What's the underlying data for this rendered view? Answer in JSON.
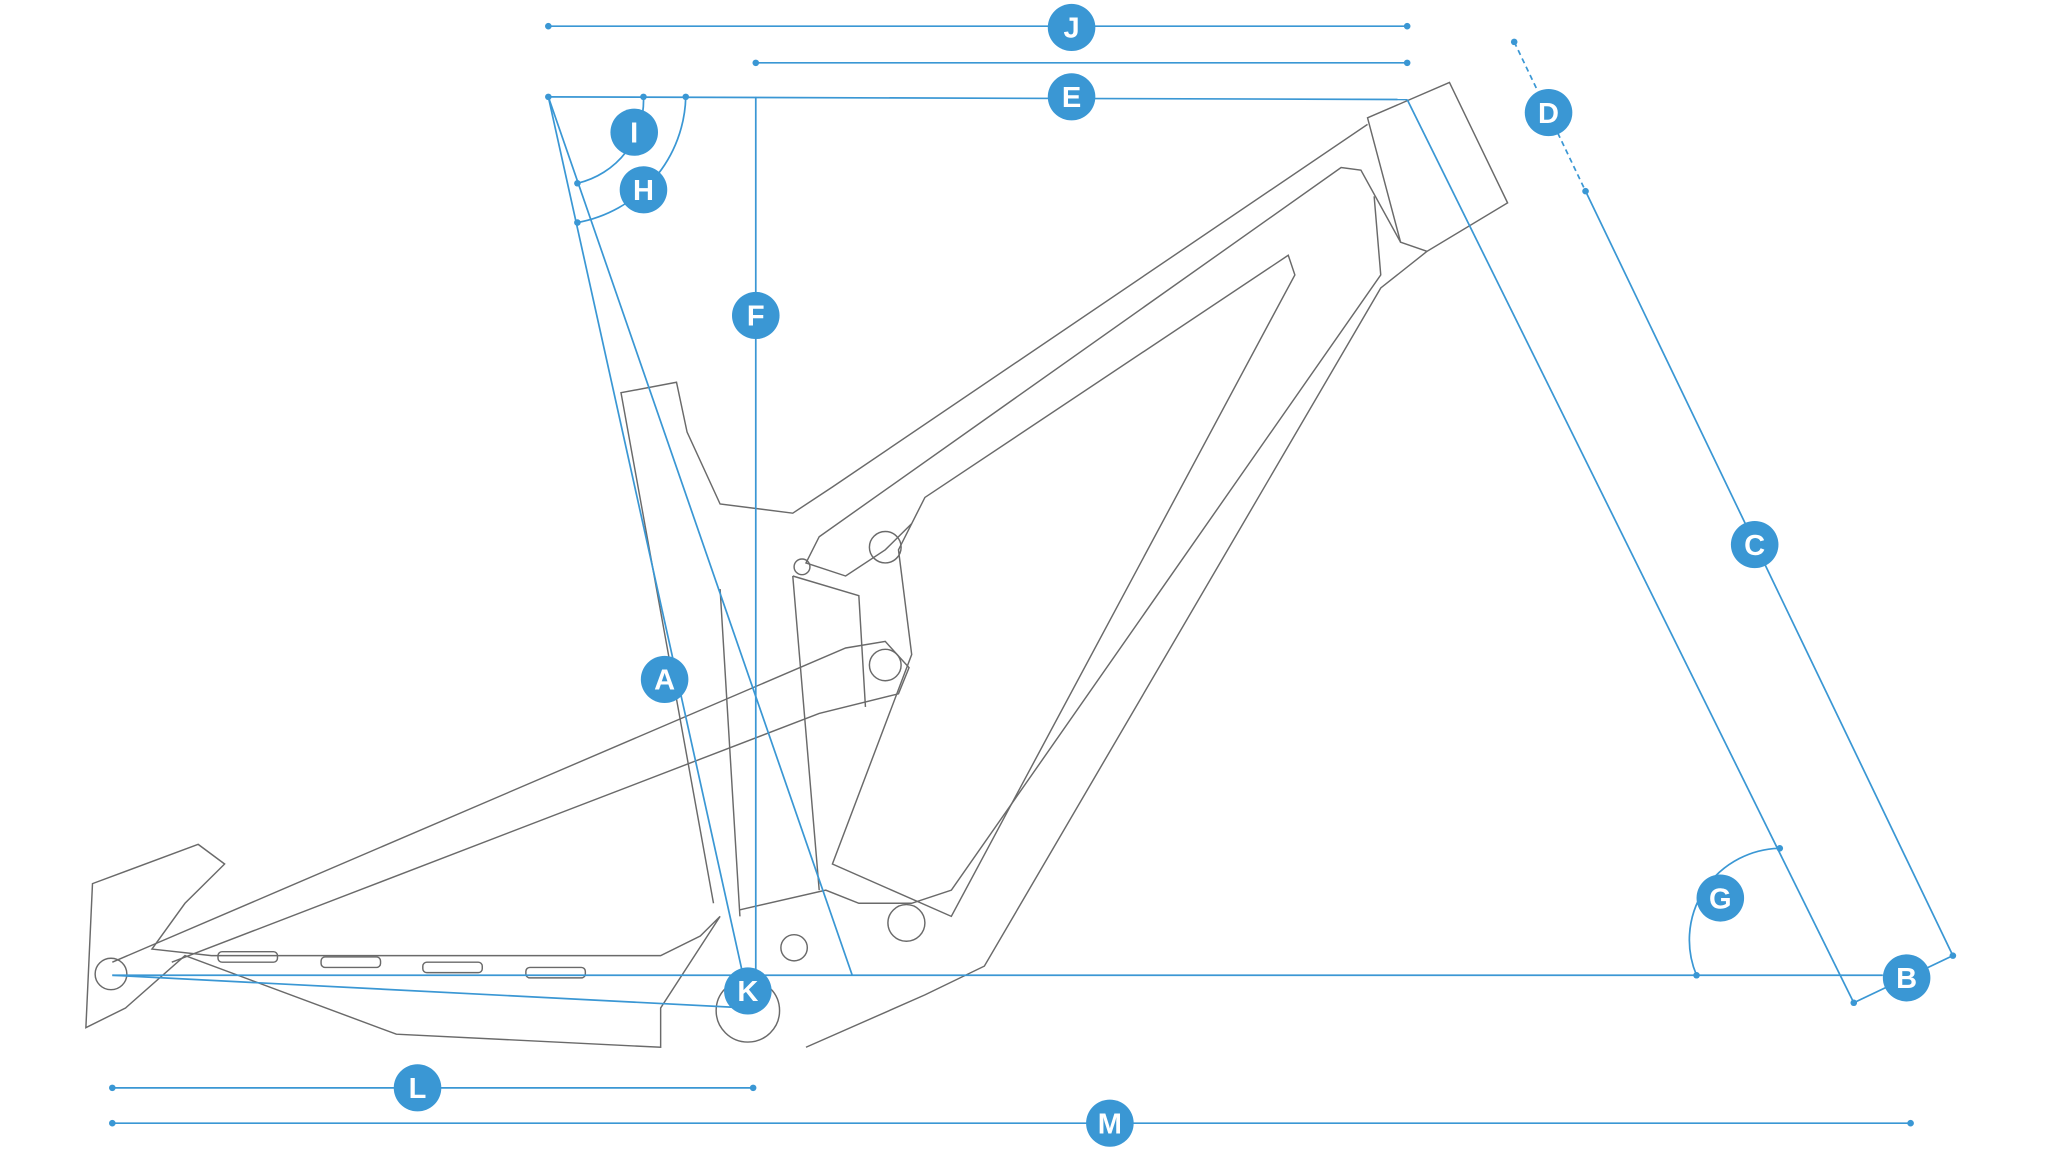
{
  "diagram": {
    "title": "Bike frame geometry",
    "accent_color": "#3a97d4",
    "labels": {
      "A": "A",
      "B": "B",
      "C": "C",
      "D": "D",
      "E": "E",
      "F": "F",
      "G": "G",
      "H": "H",
      "I": "I",
      "J": "J",
      "K": "K",
      "L": "L",
      "M": "M"
    }
  }
}
